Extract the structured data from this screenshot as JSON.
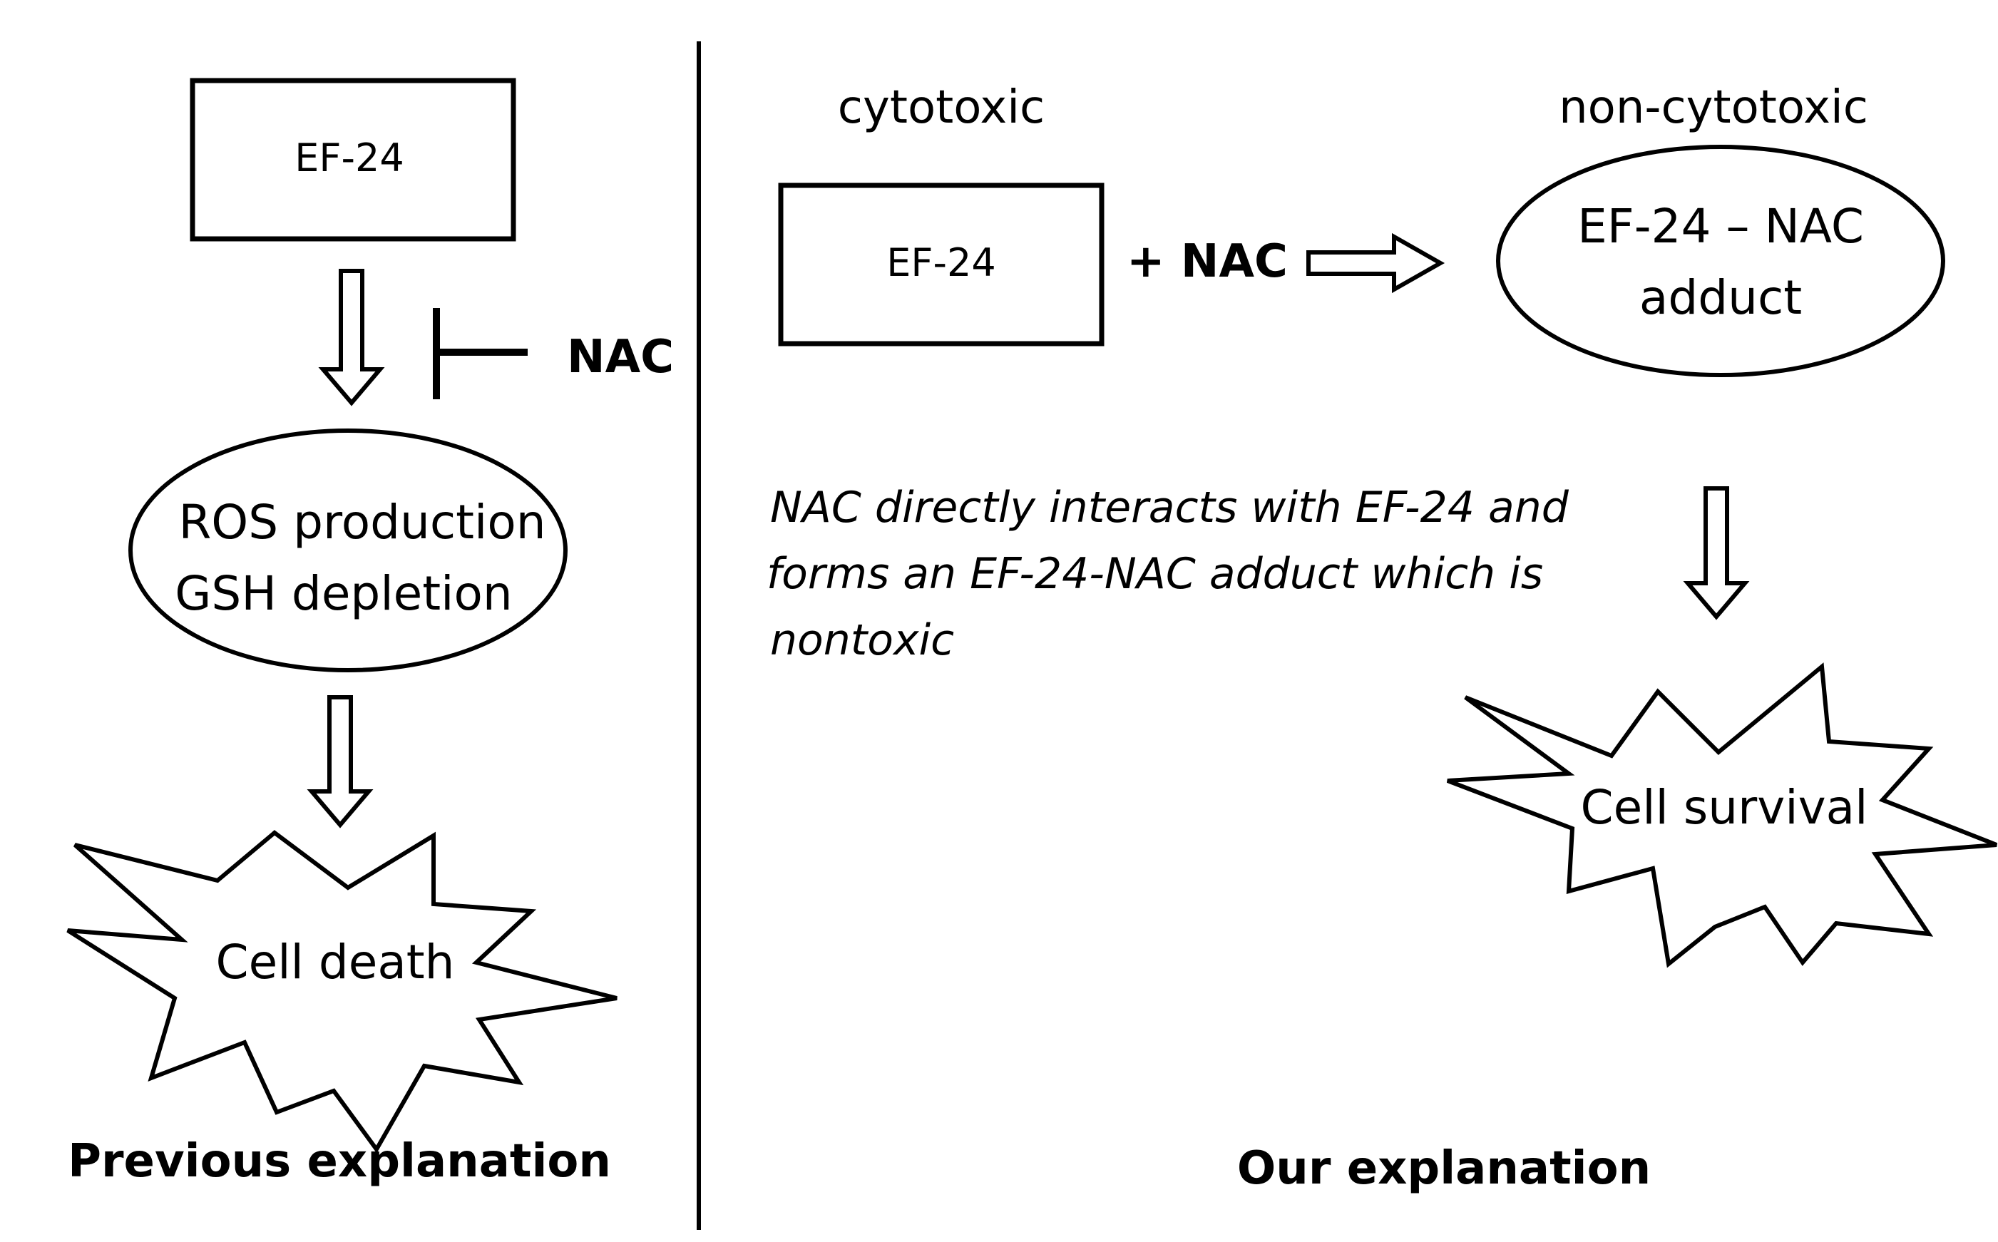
{
  "left": {
    "box_label": "EF-24",
    "inhibitor_label": "NAC",
    "oval_line1": "ROS production",
    "oval_line2": "GSH depletion",
    "star_label": "Cell death",
    "caption": "Previous explanation"
  },
  "right": {
    "cytotoxic_label": "cytotoxic",
    "noncytotoxic_label": "non-cytotoxic",
    "box_label": "EF-24",
    "plus_label": "+ NAC",
    "oval_line1": "EF-24 – NAC",
    "oval_line2": "adduct",
    "note_line1": "NAC directly interacts with EF-24 and",
    "note_line2": "forms an EF-24-NAC adduct which is",
    "note_line3": "nontoxic",
    "star_label": "Cell survival",
    "caption": "Our explanation"
  }
}
